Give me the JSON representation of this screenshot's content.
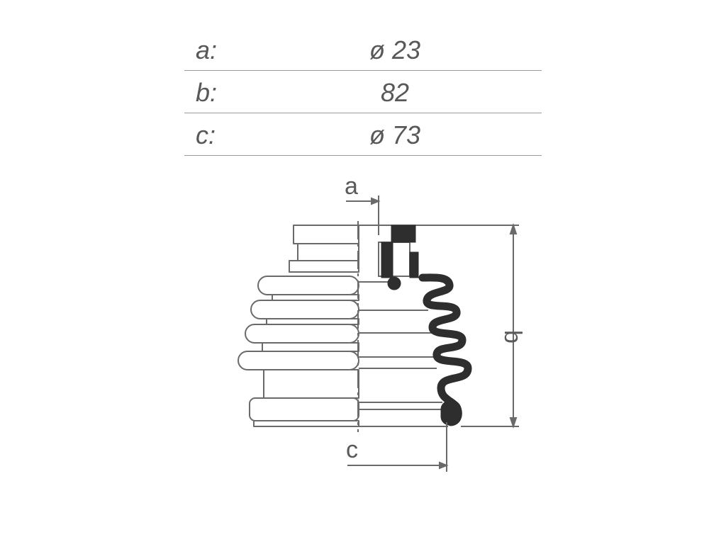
{
  "specs": [
    {
      "key": "a:",
      "value": "ø 23"
    },
    {
      "key": "b:",
      "value": "82"
    },
    {
      "key": "c:",
      "value": "ø  73"
    }
  ],
  "dimension_labels": {
    "a": "a",
    "b": "b",
    "c": "c"
  },
  "colors": {
    "line": "#6a6a6a",
    "boot": "#2e2e2e",
    "fill": "#ffffff"
  }
}
